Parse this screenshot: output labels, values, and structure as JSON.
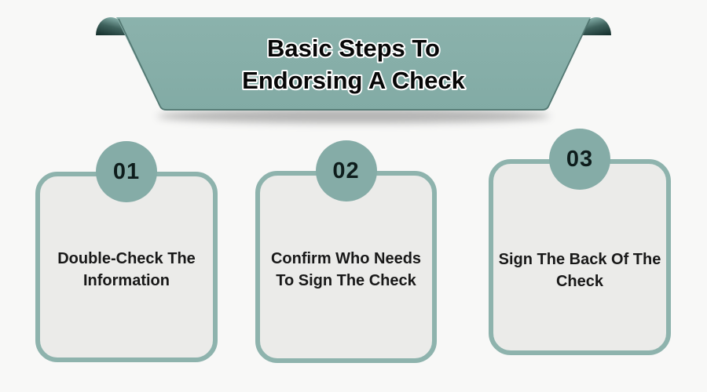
{
  "banner": {
    "title_line1": "Basic Steps To",
    "title_line2": "Endorsing A Check"
  },
  "steps": [
    {
      "number": "01",
      "lines": [
        "Double-Check The",
        "Information"
      ]
    },
    {
      "number": "02",
      "lines": [
        "Confirm Who Needs",
        "To Sign The Check"
      ]
    },
    {
      "number": "03",
      "lines": [
        "Sign The Back Of The",
        "Check"
      ]
    }
  ],
  "colors": {
    "background": "#f8f8f7",
    "banner-main": "#84aea8",
    "banner-main-light": "#8bb2ac",
    "banner-edge": "#4e726d",
    "curl-dark": "#16302d",
    "card-fill": "#ebebe9",
    "card-border": "#8eb3ad",
    "badge-fill": "#85aca7",
    "number-text": "#0e1d1c",
    "step-text": "#181818",
    "title-fill": "#070707",
    "title-stroke": "#ffffff"
  }
}
